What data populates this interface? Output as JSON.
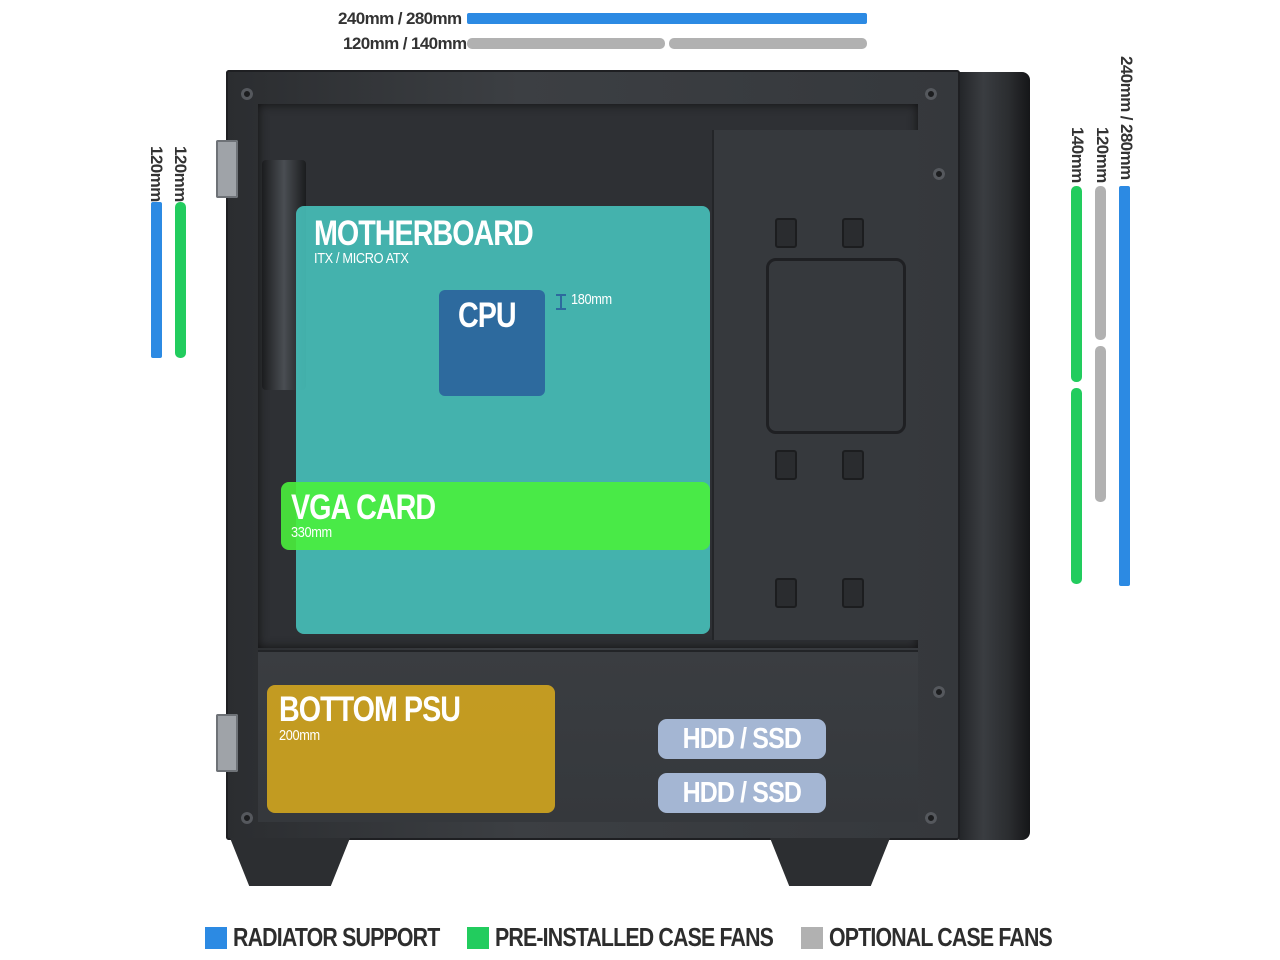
{
  "dimensions": {
    "top_radiator": "240mm / 280mm",
    "top_fans": "120mm / 140mm",
    "rear_radiator": "120mm",
    "rear_fan": "120mm",
    "front_radiator": "240mm / 280mm",
    "front_optional": "120mm",
    "front_preinstalled": "140mm"
  },
  "components": {
    "motherboard": {
      "title": "MOTHERBOARD",
      "sub": "ITX / MICRO ATX"
    },
    "cpu": {
      "title": "CPU",
      "cooler": "180mm"
    },
    "vga": {
      "title": "VGA CARD",
      "sub": "330mm"
    },
    "psu": {
      "title": "BOTTOM PSU",
      "sub": "200mm"
    },
    "drives": [
      "HDD / SSD",
      "HDD / SSD"
    ]
  },
  "legend": [
    {
      "label": "RADIATOR SUPPORT",
      "color": "#2c8ae3"
    },
    {
      "label": "PRE-INSTALLED CASE FANS",
      "color": "#22cc5e"
    },
    {
      "label": "OPTIONAL CASE FANS",
      "color": "#b1b1b1"
    }
  ],
  "colors": {
    "radiator": "#2c8ae3",
    "preinstalled": "#22cc5e",
    "optional": "#b1b1b1",
    "motherboard": "rgba(72,196,190,0.88)",
    "cpu": "#2d6a9e",
    "vga": "rgba(74,240,60,0.9)",
    "psu": "rgba(214,168,30,0.88)",
    "drive": "#a4b6d3"
  }
}
